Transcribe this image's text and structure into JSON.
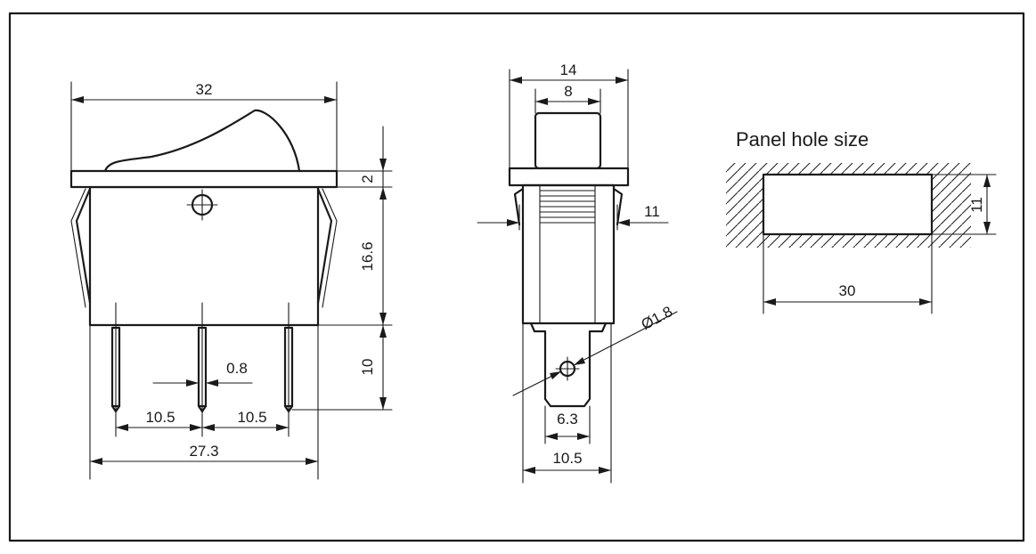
{
  "panel_hole_title": "Panel hole size",
  "front_view": {
    "overall_width": "32",
    "top_flange_height": "2",
    "body_height": "16.6",
    "pin_length": "10",
    "pin_thickness": "0.8",
    "pin_pitch_left": "10.5",
    "pin_pitch_right": "10.5",
    "body_width": "27.3"
  },
  "side_view": {
    "flange_width": "14",
    "rocker_width": "8",
    "clip_width": "11",
    "hole_diameter": "Ø1.8",
    "terminal_width": "6.3",
    "body_width": "10.5"
  },
  "panel_hole": {
    "width": "30",
    "height": "11"
  },
  "colors": {
    "line": "#1a1a1a",
    "background": "#ffffff"
  }
}
